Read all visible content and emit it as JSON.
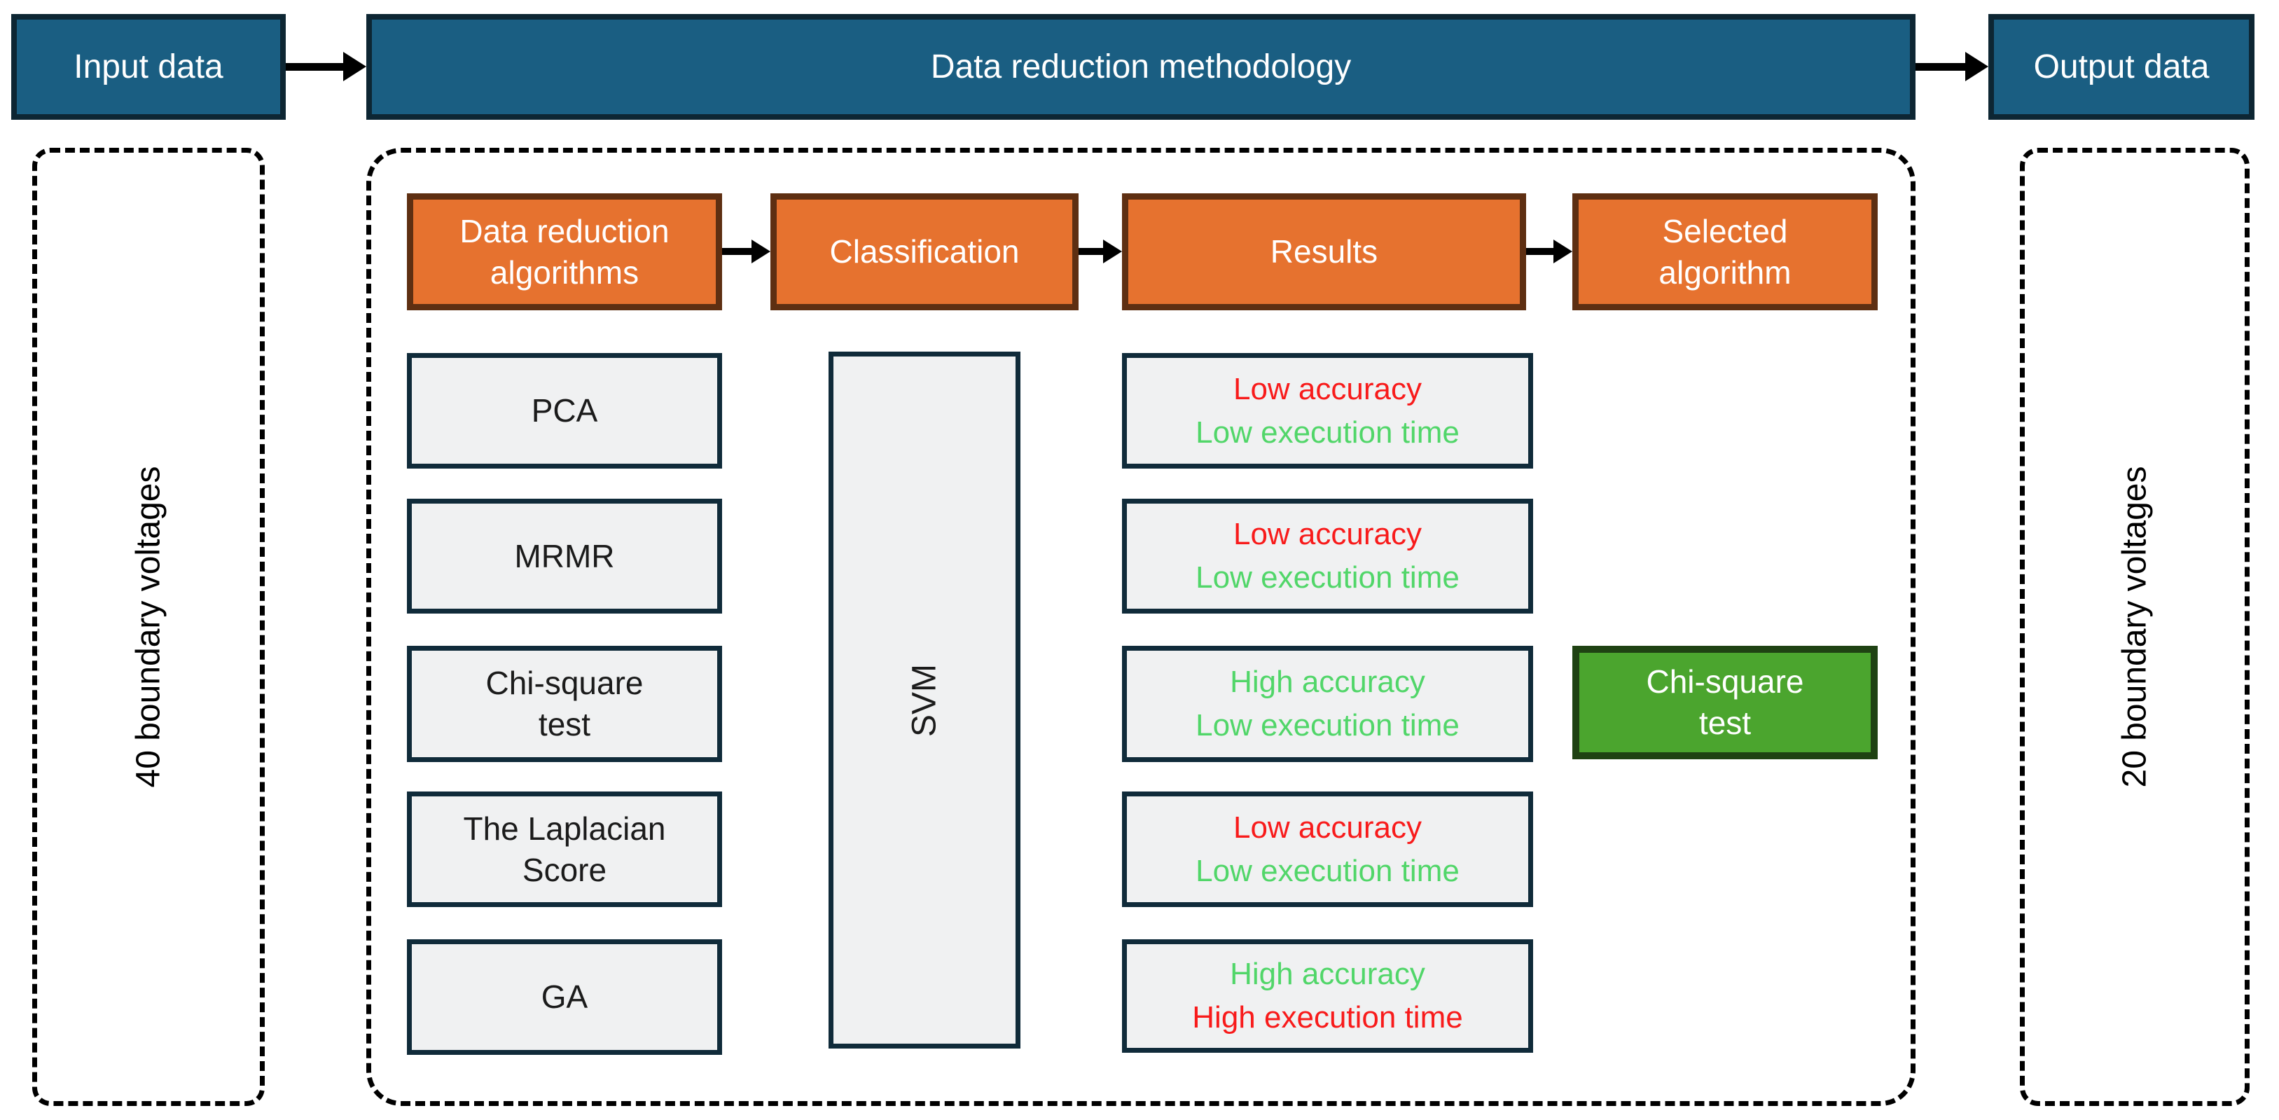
{
  "header": {
    "input_label": "Input data",
    "methodology_label": "Data reduction methodology",
    "output_label": "Output data"
  },
  "side_panels": {
    "left_label": "40 boundary voltages",
    "right_label": "20 boundary voltages"
  },
  "pipeline": {
    "stages": [
      "Data reduction algorithms",
      "Classification",
      "Results",
      "Selected algorithm"
    ]
  },
  "algorithms": [
    "PCA",
    "MRMR",
    "Chi-square test",
    "The Laplacian Score",
    "GA"
  ],
  "classifier_label": "SVM",
  "results": [
    {
      "line1": {
        "text": "Low accuracy",
        "sentiment": "bad"
      },
      "line2": {
        "text": "Low execution time",
        "sentiment": "good"
      }
    },
    {
      "line1": {
        "text": "Low accuracy",
        "sentiment": "bad"
      },
      "line2": {
        "text": "Low execution time",
        "sentiment": "good"
      }
    },
    {
      "line1": {
        "text": "High accuracy",
        "sentiment": "good"
      },
      "line2": {
        "text": "Low execution time",
        "sentiment": "good"
      }
    },
    {
      "line1": {
        "text": "Low accuracy",
        "sentiment": "bad"
      },
      "line2": {
        "text": "Low execution time",
        "sentiment": "good"
      }
    },
    {
      "line1": {
        "text": "High accuracy",
        "sentiment": "good"
      },
      "line2": {
        "text": "High execution time",
        "sentiment": "bad"
      }
    }
  ],
  "selected_algorithm_label": "Chi-square test",
  "colors": {
    "teal": "#1A5E82",
    "teal_border": "#0D2633",
    "orange": "#E6722F",
    "orange_border": "#5E2F12",
    "gray_fill": "#F0F1F2",
    "gray_border": "#102B3A",
    "green_fill": "#4BA52E",
    "green_border": "#1F4213",
    "red_text": "#F81B1B",
    "green_text": "#51D669",
    "arrow_black": "#000000"
  }
}
